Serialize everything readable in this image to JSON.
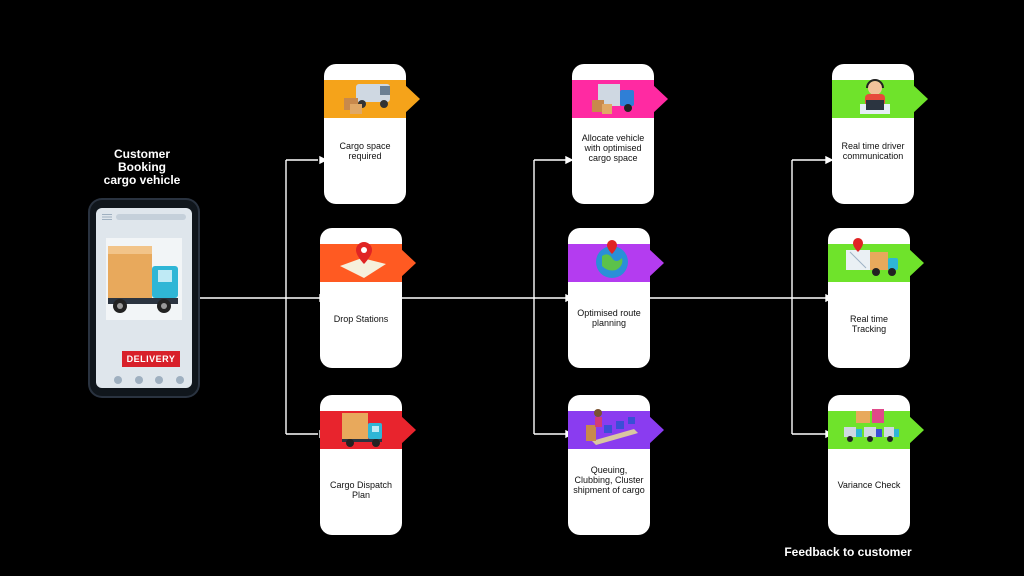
{
  "customer_title": "Customer\nBooking\ncargo vehicle",
  "phone": {
    "delivery_label": "DELIVERY"
  },
  "columns": [
    {
      "cards": [
        {
          "label": "Cargo space required",
          "color": "#f5a31a",
          "icon": "van-boxes-icon"
        },
        {
          "label": "Drop Stations",
          "color": "#ff5a22",
          "icon": "map-pin-icon"
        },
        {
          "label": "Cargo Dispatch Plan",
          "color": "#e8242d",
          "icon": "truck-icon"
        }
      ]
    },
    {
      "cards": [
        {
          "label": "Allocate vehicle with optimised cargo space",
          "color": "#ff2aa2",
          "icon": "truck-loading-icon"
        },
        {
          "label": "Optimised route planning",
          "color": "#b43cf0",
          "icon": "globe-pin-icon"
        },
        {
          "label": "Queuing, Clubbing, Cluster shipment of cargo",
          "color": "#8a3cf0",
          "icon": "conveyor-icon"
        }
      ]
    },
    {
      "cards": [
        {
          "label": "Real time driver communication",
          "color": "#6fe32b",
          "icon": "operator-headset-icon"
        },
        {
          "label": "Real time Tracking",
          "color": "#6fe32b",
          "icon": "truck-map-icon"
        },
        {
          "label": "Variance Check",
          "color": "#6fe32b",
          "icon": "trucks-row-icon"
        }
      ]
    }
  ],
  "feedback_title": "Feedback to customer"
}
